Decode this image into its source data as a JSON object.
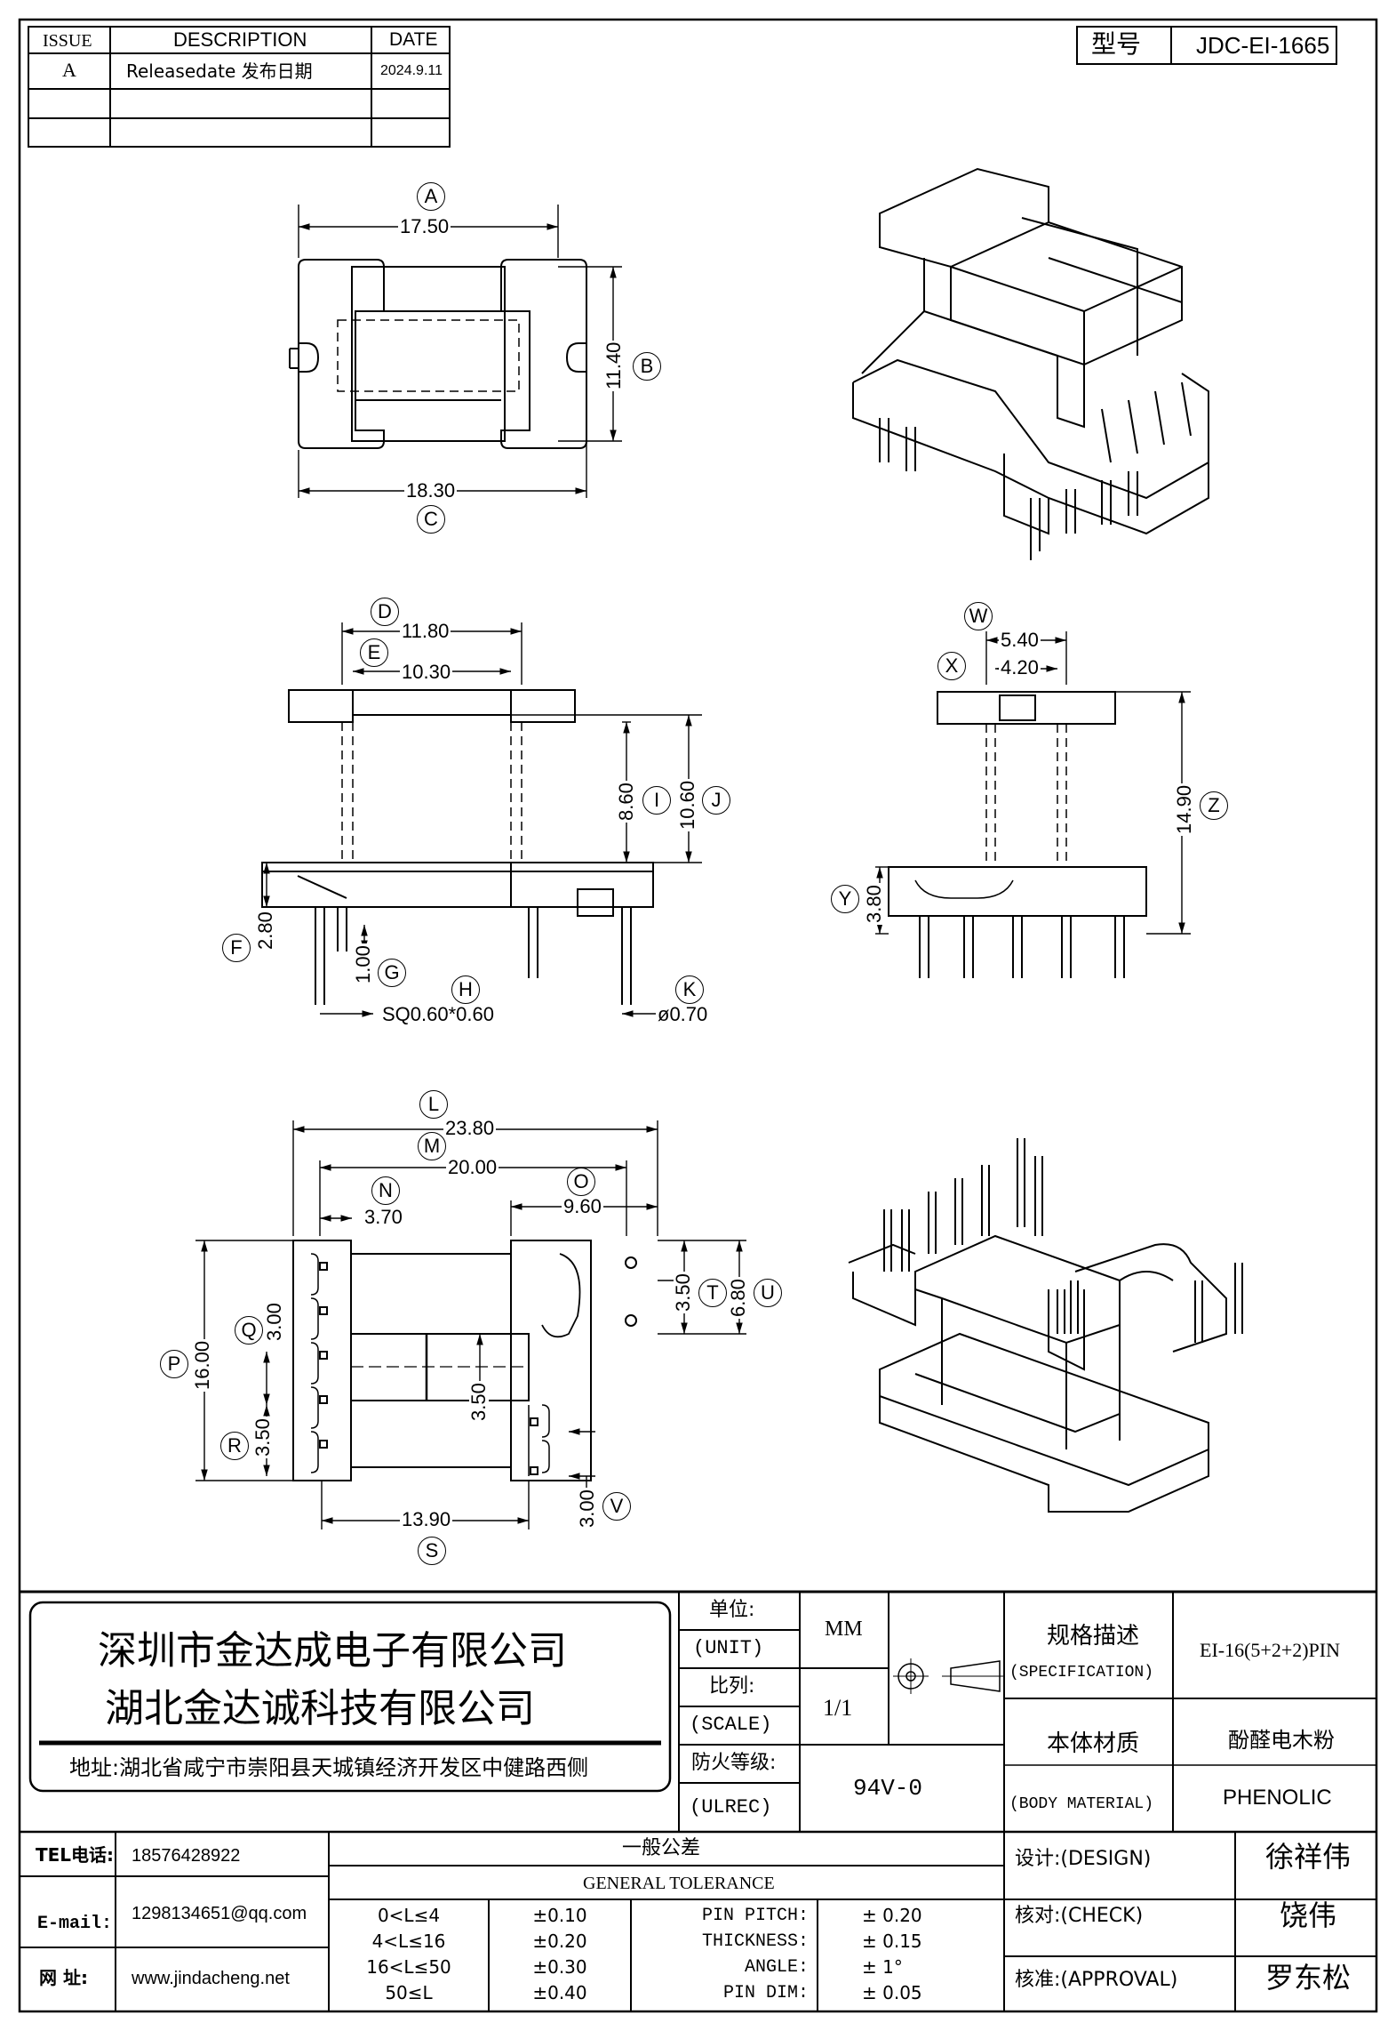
{
  "revision_table": {
    "headers": [
      "ISSUE",
      "DESCRIPTION",
      "DATE"
    ],
    "rows": [
      {
        "issue": "A",
        "description": "Releasedate 发布日期",
        "date": "2024.9.11"
      },
      {
        "issue": "",
        "description": "",
        "date": ""
      },
      {
        "issue": "",
        "description": "",
        "date": ""
      }
    ]
  },
  "model": {
    "label": "型号",
    "value": "JDC-EI-1665"
  },
  "views": {
    "top": {
      "A": {
        "letter": "A",
        "value": "17.50"
      },
      "B": {
        "letter": "B",
        "value": "11.40"
      },
      "C": {
        "letter": "C",
        "value": "18.30"
      }
    },
    "front": {
      "D": {
        "letter": "D",
        "value": "11.80"
      },
      "E": {
        "letter": "E",
        "value": "10.30"
      },
      "I": {
        "letter": "I",
        "value": "8.60"
      },
      "J": {
        "letter": "J",
        "value": "10.60"
      },
      "F": {
        "letter": "F",
        "value": "2.80"
      },
      "G": {
        "letter": "G",
        "value": "1.00"
      },
      "H": {
        "letter": "H",
        "value": "SQ0.60*0.60"
      },
      "K": {
        "letter": "K",
        "value": "ø0.70"
      }
    },
    "side": {
      "W": {
        "letter": "W",
        "value": "5.40"
      },
      "X": {
        "letter": "X",
        "value": "4.20"
      },
      "Z": {
        "letter": "Z",
        "value": "14.90"
      },
      "Y": {
        "letter": "Y",
        "value": "3.80"
      }
    },
    "bottom": {
      "L": {
        "letter": "L",
        "value": "23.80"
      },
      "M": {
        "letter": "M",
        "value": "20.00"
      },
      "N": {
        "letter": "N",
        "value": "3.70"
      },
      "O": {
        "letter": "O",
        "value": "9.60"
      },
      "P": {
        "letter": "P",
        "value": "16.00"
      },
      "Q": {
        "letter": "Q",
        "value": "3.00"
      },
      "R": {
        "letter": "R",
        "value": "3.50"
      },
      "S": {
        "letter": "S",
        "value": "13.90"
      },
      "T": {
        "letter": "T",
        "value": "3.50"
      },
      "U": {
        "letter": "U",
        "value": "6.80"
      },
      "V": {
        "letter": "V",
        "value": "3.00"
      },
      "center": "3.50"
    }
  },
  "title_block": {
    "company_1": "深圳市金达成电子有限公司",
    "company_2": "湖北金达诚科技有限公司",
    "address": "地址:湖北省咸宁市崇阳县天城镇经济开发区中健路西侧",
    "unit_label_cn": "单位:",
    "unit_label_en": "(UNIT)",
    "unit_value": "MM",
    "scale_label_cn": "比列:",
    "scale_label_en": "(SCALE)",
    "scale_value": "1/1",
    "ulrec_label_cn": "防火等级:",
    "ulrec_label_en": "(ULREC)",
    "ulrec_value": "94V-0",
    "spec_label_cn": "规格描述",
    "spec_label_en": "(SPECIFICATION)",
    "spec_value": "EI-16(5+2+2)PIN",
    "material_label_cn": "本体材质",
    "material_label_en": "(BODY MATERIAL)",
    "material_value_cn": "酚醛电木粉",
    "material_value_en": "PHENOLIC",
    "tel_label": "TEL电话:",
    "tel_value": "18576428922",
    "email_label": "E-mail:",
    "email_value": "1298134651@qq.com",
    "web_label": "网  址:",
    "web_value": "www.jindacheng.net",
    "tol_title_cn": "一般公差",
    "tol_title_en": "GENERAL TOLERANCE",
    "tolerance": [
      {
        "range": "0<L≤4",
        "tol": "±0.10",
        "item": "PIN PITCH:",
        "val": "± 0.20"
      },
      {
        "range": "4<L≤16",
        "tol": "±0.20",
        "item": "THICKNESS:",
        "val": "± 0.15"
      },
      {
        "range": "16<L≤50",
        "tol": "±0.30",
        "item": "ANGLE:",
        "val": "± 1°"
      },
      {
        "range": "50≤L",
        "tol": "±0.40",
        "item": "PIN DIM:",
        "val": "± 0.05"
      }
    ],
    "design_label": "设计:(DESIGN)",
    "design_value": "徐祥伟",
    "check_label": "核对:(CHECK)",
    "check_value": "饶伟",
    "approval_label": "核准:(APPROVAL)",
    "approval_value": "罗东松"
  }
}
